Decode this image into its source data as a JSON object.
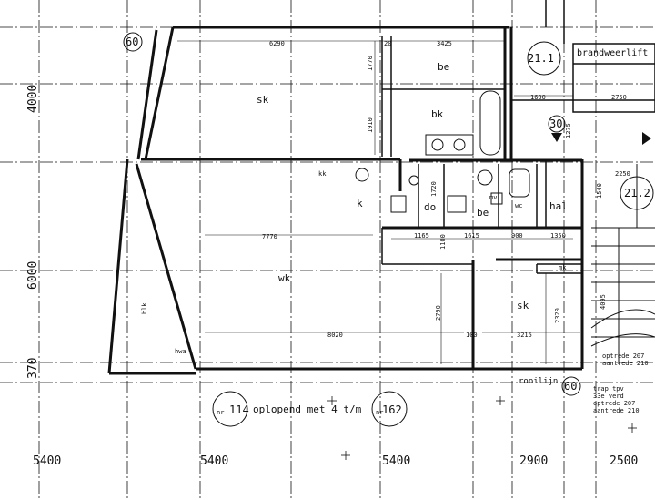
{
  "rooms": {
    "sk_top": "sk",
    "be_top": "be",
    "bk": "bk",
    "kk": "kk",
    "k": "k",
    "do": "do",
    "be_mid": "be",
    "mv": "mv",
    "wc": "wc",
    "hal": "hal",
    "wk": "wk",
    "mk": "mk",
    "sk_bottom": "sk",
    "blk": "blk",
    "hwa": "hwa"
  },
  "dimensions": {
    "d6290": "6290",
    "d20a": "20",
    "d3425": "3425",
    "d1770": "1770",
    "d1910": "1910",
    "d1600": "1600",
    "d2750": "2750",
    "d1275": "1275",
    "d2250": "2250",
    "d1540": "1540",
    "d1720": "1720",
    "d7770": "7770",
    "d1165": "1165",
    "d1615": "1615",
    "d900": "900",
    "d1350": "1350",
    "d1100": "1100",
    "d4095": "4095",
    "d2790": "2790",
    "d2320": "2320",
    "d8020": "8020",
    "d100": "100",
    "d3215": "3215"
  },
  "grid_markers": {
    "m60_top": "60",
    "m60_bottom": "60",
    "m30": "30",
    "m211": "21.1",
    "m212": "21.2"
  },
  "labels": {
    "brandweerlift": "brandweerlift",
    "rooilijn": "rooilijn",
    "stair_upper_1": "optrede 207",
    "stair_upper_2": "aantrede 210",
    "stair_lower_1": "trap tpv",
    "stair_lower_2": "33e verd",
    "stair_lower_3": "optrede 207",
    "stair_lower_4": "aantrede 210"
  },
  "floor_note": {
    "start": "114",
    "text": "oplopend met 4 t/m",
    "end": "162",
    "prefix": "nr"
  },
  "side_dims": {
    "v4000": "4000",
    "v6000": "6000",
    "v370": "370"
  },
  "bottom_dims": [
    "5400",
    "5400",
    "5400",
    "2900",
    "2500"
  ]
}
